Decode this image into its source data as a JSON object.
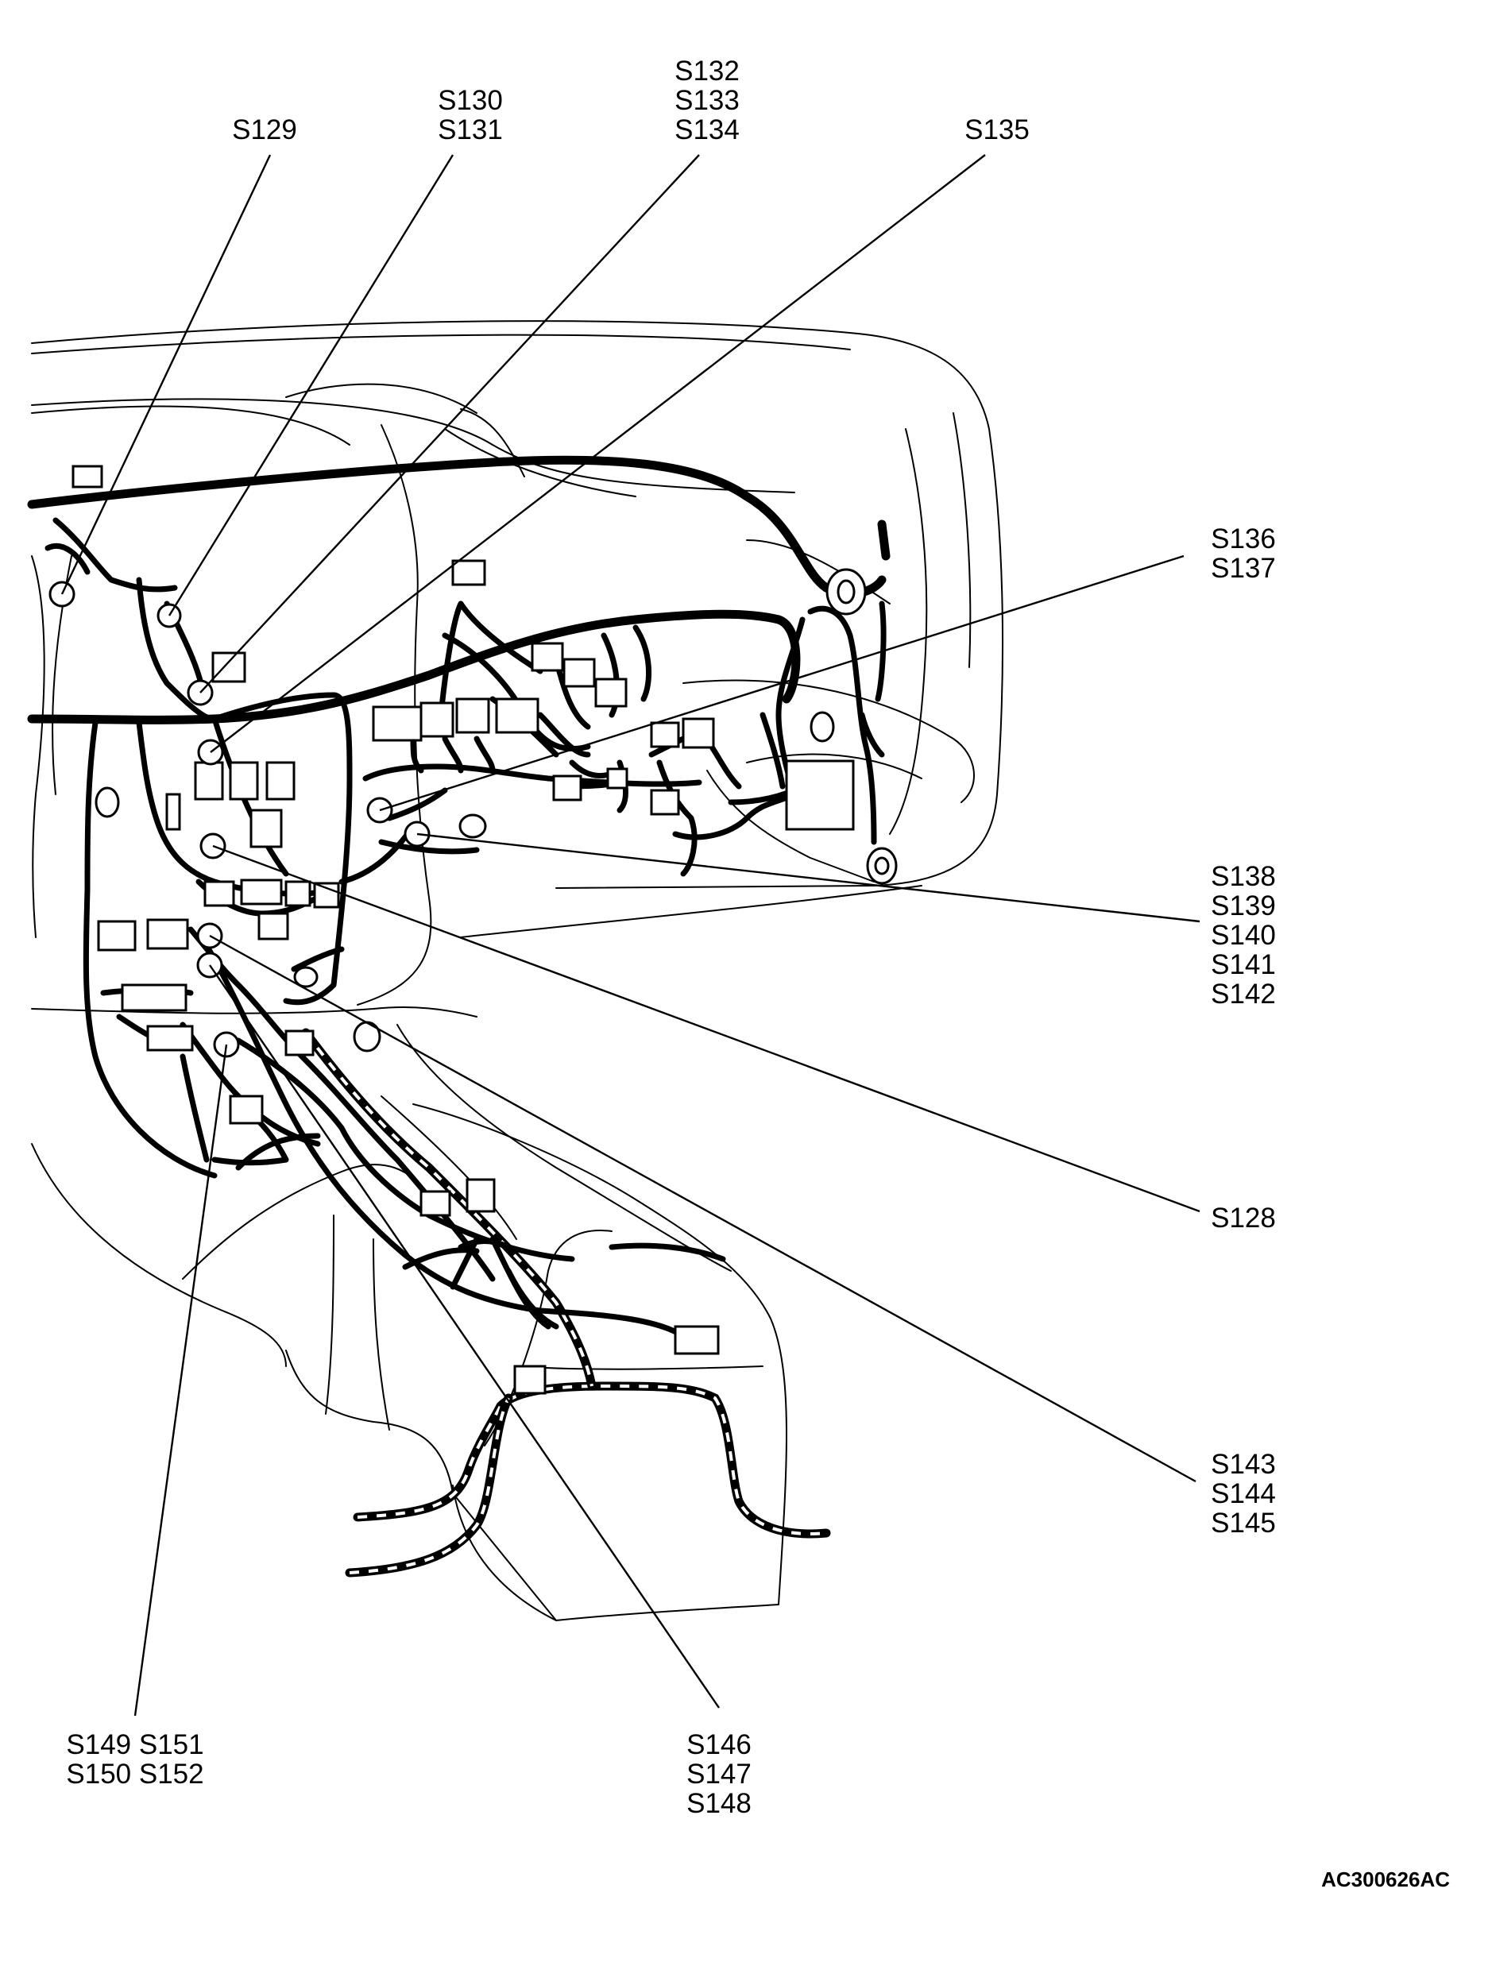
{
  "diagram": {
    "labels": {
      "s129": "S129",
      "s130": "S130",
      "s131": "S131",
      "s132": "S132",
      "s133": "S133",
      "s134": "S134",
      "s135": "S135",
      "s136": "S136",
      "s137": "S137",
      "s138": "S138",
      "s139": "S139",
      "s140": "S140",
      "s141": "S141",
      "s142": "S142",
      "s128": "S128",
      "s143": "S143",
      "s144": "S144",
      "s145": "S145",
      "s149_s151": "S149 S151",
      "s150_s152": "S150 S152",
      "s146": "S146",
      "s147": "S147",
      "s148": "S148"
    },
    "figure_code": "AC300626AC"
  }
}
